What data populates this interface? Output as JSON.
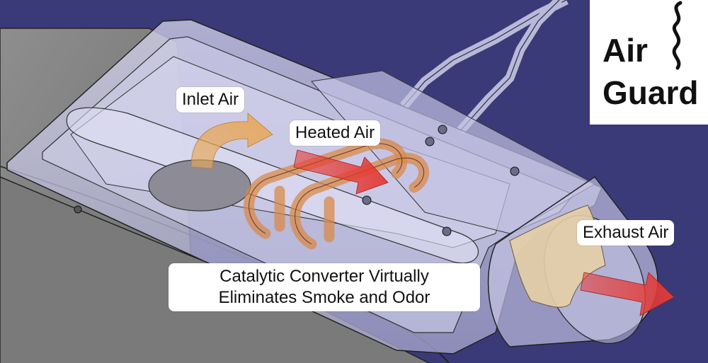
{
  "logo": {
    "line1": "Air",
    "line2": "Guard"
  },
  "labels": {
    "inlet": "Inlet Air",
    "heated": "Heated Air",
    "exhaust": "Exhaust Air",
    "converter_line1": "Catalytic Converter Virtually",
    "converter_line2": "Eliminates Smoke and Odor"
  },
  "colors": {
    "background": "#3a3a78",
    "housing": "#c9c8e6",
    "inlet_arrow": "#e8a85a",
    "heated_arrow": "#e53a35",
    "coil": "#d98a4a",
    "filter": "#e6cfa6"
  }
}
